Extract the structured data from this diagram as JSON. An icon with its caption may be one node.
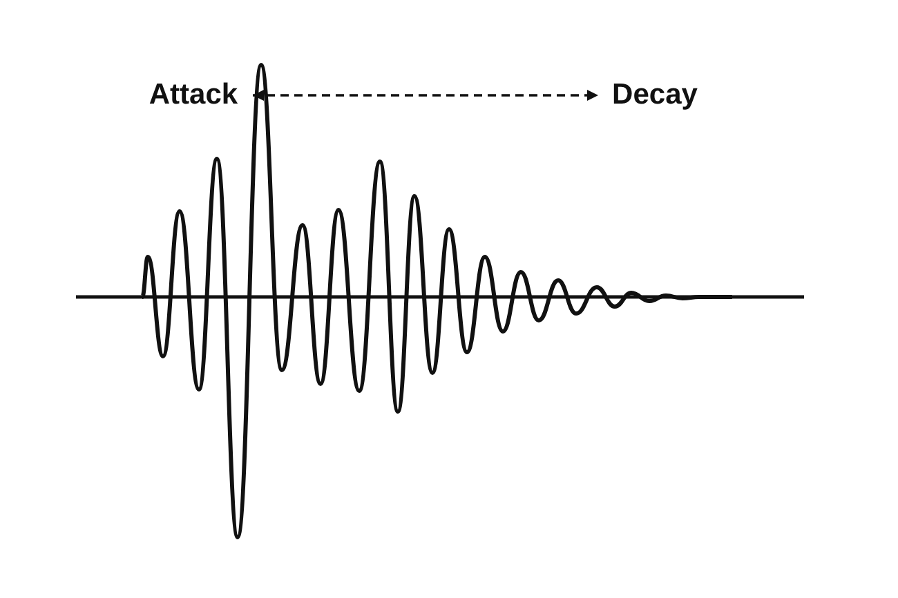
{
  "diagram": {
    "nodes": [
      {
        "text": [
          "Attack"
        ]
      },
      {
        "text": [
          "Decay"
        ]
      }
    ],
    "edges": [
      {
        "from": 0,
        "to": 1,
        "arrow": "both",
        "style": "dashed"
      }
    ]
  }
}
